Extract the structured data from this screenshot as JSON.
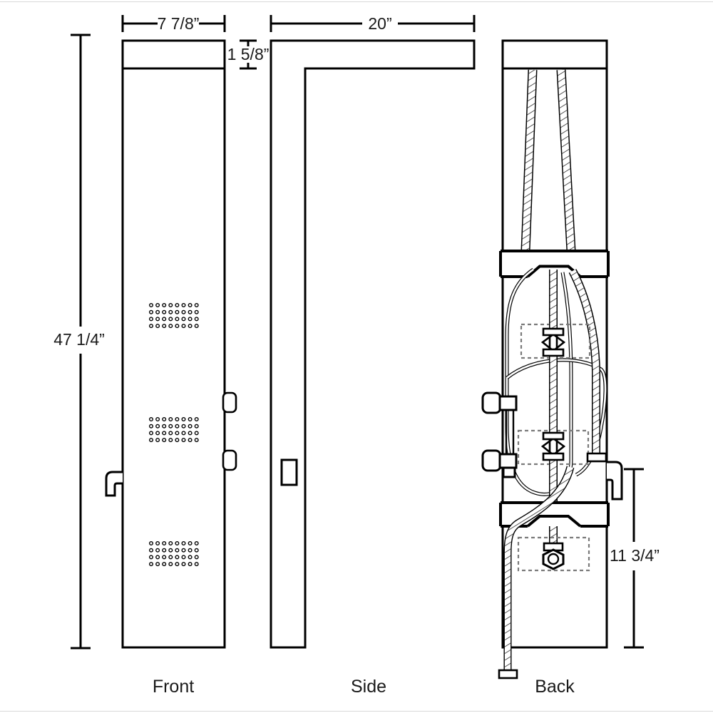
{
  "drawing": {
    "type": "shower-panel-dimension-diagram",
    "labels": {
      "front": "Front",
      "side": "Side",
      "back": "Back"
    },
    "dimensions": {
      "front_width": "7 7/8”",
      "cap_height": "1 5/8”",
      "panel_height": "47 1/4”",
      "side_depth": "20”",
      "back_outlet_height": "11 3/4”"
    },
    "jet_grid": {
      "rows": 4,
      "cols": 8,
      "grid_count": 3
    },
    "colors": {
      "line": "#000000",
      "dashed_box": "#7a7a7a",
      "background": "#ffffff"
    }
  }
}
